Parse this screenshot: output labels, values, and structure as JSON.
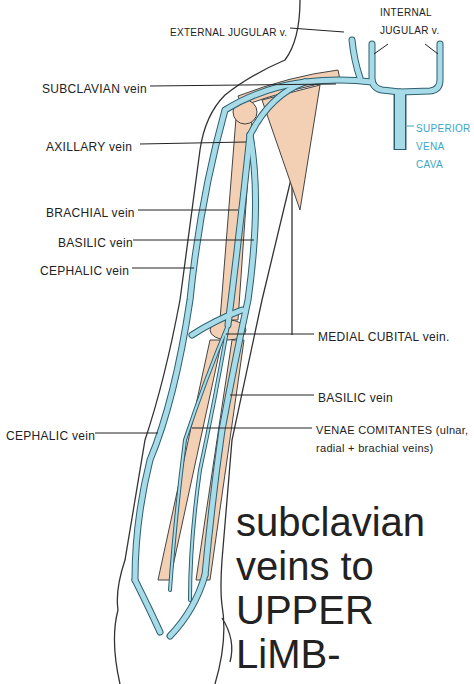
{
  "diagram": {
    "title": "subclavian veins to UPPER LiMB-",
    "labels": [
      "EXTERNAL JUGULAR v.",
      "INTERNAL JUGULAR v.",
      "SUBCLAVIAN vein",
      "AXILLARY vein",
      "SUPERIOR VENA CAVA",
      "BRACHIAL vein",
      "BASILIC vein",
      "CEPHALIC vein",
      "MEDIAL CUBITAL vein.",
      "BASILIC vein",
      "CEPHALIC vein",
      "VENAE COMITANTES (ulnar, radial + brachial veins)"
    ]
  }
}
